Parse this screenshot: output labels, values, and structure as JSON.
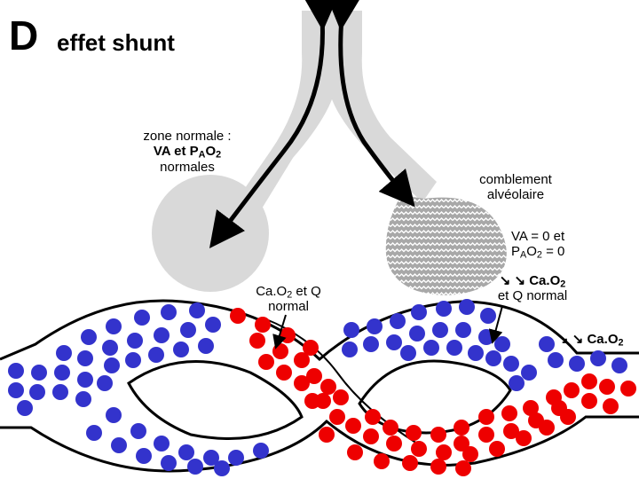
{
  "panel": {
    "letter": "D",
    "title": "effet shunt"
  },
  "labels": {
    "normal_zone": {
      "line1": "zone normale :",
      "line2_a": "VA et P",
      "line2_sub": "A",
      "line2_b": "O",
      "line2_sub2": "2",
      "line3": "normales"
    },
    "filling": {
      "line1": "comblement",
      "line2": "alvéolaire"
    },
    "va_zero": {
      "line1": "VA = 0 et",
      "line2_a": "P",
      "line2_sub": "A",
      "line2_b": "O",
      "line2_sub2": "2",
      "line2_c": " = 0"
    },
    "cao2_normal": {
      "line1_a": "Ca.O",
      "line1_sub": "2",
      "line1_b": " et Q",
      "line2": "normal"
    },
    "decrease_right": {
      "line1_a": "↘ ↘ Ca.O",
      "line1_sub": "2",
      "line2": "et Q normal"
    },
    "decrease_far": {
      "text_a": "↘ ↘ Ca.O",
      "text_sub": "2"
    }
  },
  "colors": {
    "airway": "#d9d9d9",
    "blood_low_o2": "#3333cc",
    "blood_high_o2": "#ee0000",
    "outline": "#000000"
  }
}
